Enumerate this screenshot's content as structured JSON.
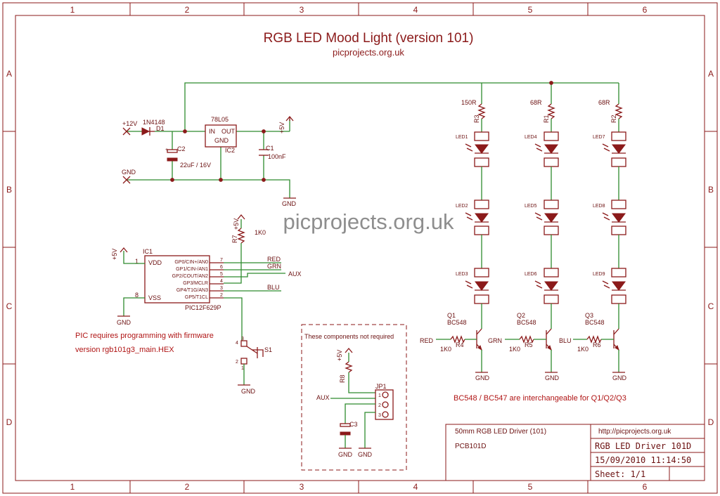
{
  "title": "RGB LED Mood Light (version 101)",
  "subtitle": "picprojects.org.uk",
  "watermark": "picprojects.org.uk",
  "grid": {
    "columns": [
      "1",
      "2",
      "3",
      "4",
      "5",
      "6"
    ],
    "rows": [
      "A",
      "B",
      "C",
      "D"
    ]
  },
  "power": {
    "plus12": "+12V",
    "gnd": "GND",
    "plus5": "+5V",
    "d1_part": "1N4148",
    "d1_ref": "D1",
    "reg_part": "78L05",
    "reg_ref": "IC2",
    "reg_in": "IN",
    "reg_out": "OUT",
    "reg_gnd": "GND",
    "c2_ref": "C2",
    "c2_value": "22uF / 16V",
    "c1_ref": "C1",
    "c1_value": "100nF"
  },
  "mcu": {
    "ref": "IC1",
    "part": "PIC12F629P",
    "vdd": "VDD",
    "vss": "VSS",
    "pin1": "1",
    "pin8": "8",
    "pins": [
      {
        "num": "7",
        "name": "GP0/CIN+/AN0",
        "net": "RED"
      },
      {
        "num": "6",
        "name": "GP1/CIN-/AN1",
        "net": "GRN"
      },
      {
        "num": "5",
        "name": "GP2/COUT/AN2",
        "net": ""
      },
      {
        "num": "4",
        "name": "GP3/MCLR",
        "net": "AUX"
      },
      {
        "num": "3",
        "name": "GP4/T1G/AN3",
        "net": "BLU"
      },
      {
        "num": "2",
        "name": "GP5/T1CL",
        "net": ""
      }
    ],
    "r7_ref": "R7",
    "r7_value": "1K0",
    "plus5": "+5V",
    "gnd": "GND",
    "note_line1": "PIC requires programming with firmware",
    "note_line2": "version rgb101g3_main.HEX"
  },
  "switch": {
    "ref": "S1",
    "pin_a": "4",
    "pin_b": "3",
    "pin_c": "2",
    "pin_d": "1",
    "gnd": "GND"
  },
  "optional": {
    "title": "These components not required",
    "r8_ref": "R8",
    "plus5": "+5V",
    "aux": "AUX",
    "jp1": "JP1",
    "jp_pins": [
      "1",
      "2",
      "3"
    ],
    "c3_ref": "C3",
    "gnd1": "GND",
    "gnd2": "GND"
  },
  "channels": [
    {
      "r_value": "150R",
      "r_ref": "R3",
      "leds": [
        "LED1",
        "LED2",
        "LED3"
      ],
      "q_ref": "Q1",
      "q_part": "BC548",
      "net": "RED",
      "rb_ref": "R4",
      "rb_value": "1K0",
      "gnd": "GND"
    },
    {
      "r_value": "68R",
      "r_ref": "R1",
      "leds": [
        "LED4",
        "LED5",
        "LED6"
      ],
      "q_ref": "Q2",
      "q_part": "BC548",
      "net": "GRN",
      "rb_ref": "R5",
      "rb_value": "1K0",
      "gnd": "GND"
    },
    {
      "r_value": "68R",
      "r_ref": "R2",
      "leds": [
        "LED7",
        "LED8",
        "LED9"
      ],
      "q_ref": "Q3",
      "q_part": "BC548",
      "net": "BLU",
      "rb_ref": "R6",
      "rb_value": "1K0",
      "gnd": "GND"
    }
  ],
  "transistor_note": "BC548 / BC547 are interchangeable for Q1/Q2/Q3",
  "title_block": {
    "board": "50mm RGB LED Driver (101)",
    "pcb": "PCB101D",
    "url": "http://picprojects.org.uk",
    "name": "RGB LED Driver 101D",
    "date": "15/09/2010 11:14:50",
    "sheet": "Sheet: 1/1"
  },
  "colors": {
    "part": "#8b1a1a",
    "wire": "#2e8b2e",
    "text": "#6b1010"
  }
}
